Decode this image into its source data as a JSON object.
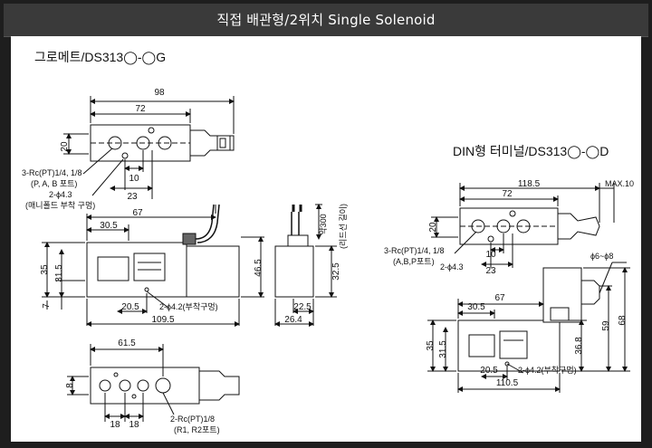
{
  "header": {
    "title": "직접 배관형/2위치 Single Solenoid"
  },
  "left": {
    "heading": "그로메트/DS313◯-◯G",
    "top_view": {
      "dims": {
        "overall": "98",
        "body": "72",
        "height": "20",
        "d10": "10",
        "d23": "23"
      },
      "ports_note": [
        "3-Rc(PT)1/4, 1/8",
        "(P, A, B 포트)",
        "2-ϕ4.3",
        "(매니폴드 부착 구멍)"
      ]
    },
    "front_view": {
      "dims": {
        "width67": "67",
        "d30_5": "30.5",
        "h35": "35",
        "h31_5": "31.5",
        "h7": "7",
        "h46_5": "46.5",
        "d20_5": "20.5",
        "len109_5": "109.5"
      },
      "hole_note": "2-ϕ4.2(부착구멍)"
    },
    "side_view": {
      "dims": {
        "h32_5": "32.5",
        "d22_5": "22.5",
        "w26_4": "26.4",
        "lead": "약300"
      },
      "lead_note": "(리드선 길이)"
    },
    "bottom_view": {
      "dims": {
        "w61_5": "61.5",
        "h8": "8",
        "d18a": "18",
        "d18b": "18"
      },
      "ports_note": [
        "2-Rc(PT)1/8",
        "(R1, R2포트)"
      ]
    }
  },
  "right": {
    "heading": "DIN형 터미널/DS313◯-◯D",
    "top_view": {
      "dims": {
        "overall": "118.5",
        "max": "MAX.10",
        "body": "72",
        "height": "20",
        "d10": "10",
        "d23": "23"
      },
      "ports_note": [
        "3-Rc(PT)1/4, 1/8",
        "(A,B,P포트)",
        "2-ϕ4.3"
      ]
    },
    "front_view": {
      "dims": {
        "width67": "67",
        "d30_5": "30.5",
        "h35": "35",
        "h31_5": "31.5",
        "h36_8": "36.8",
        "h59": "59",
        "h68": "68",
        "d20_5": "20.5",
        "len110_5": "110.5",
        "cable": "ϕ6~ϕ8"
      },
      "hole_note": "2-ϕ4.2(부착구멍)"
    }
  }
}
